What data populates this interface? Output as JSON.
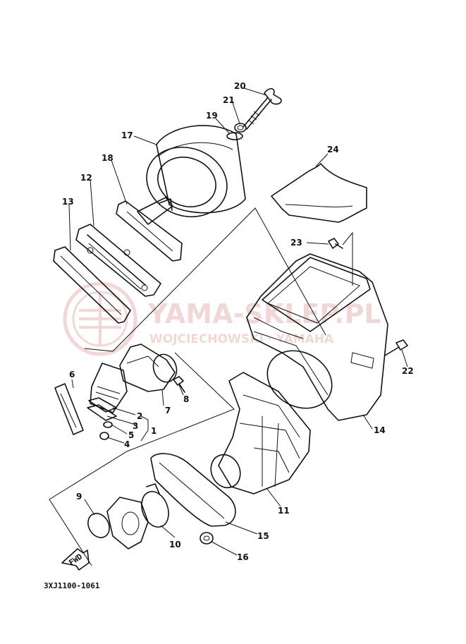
{
  "watermark": {
    "brand": "YAMA-SKLEP.PL",
    "subtitle": "WOJCIECHOWSKI · YAMAHA",
    "color": "#e8b8b8"
  },
  "diagram_code": "3XJ1100-1061",
  "fwd_label": "FWD",
  "callouts": [
    {
      "id": "1",
      "label": "1"
    },
    {
      "id": "2",
      "label": "2"
    },
    {
      "id": "3",
      "label": "3"
    },
    {
      "id": "4",
      "label": "4"
    },
    {
      "id": "5",
      "label": "5"
    },
    {
      "id": "6",
      "label": "6"
    },
    {
      "id": "7",
      "label": "7"
    },
    {
      "id": "8",
      "label": "8"
    },
    {
      "id": "9",
      "label": "9"
    },
    {
      "id": "10",
      "label": "10"
    },
    {
      "id": "11",
      "label": "11"
    },
    {
      "id": "12",
      "label": "12"
    },
    {
      "id": "13",
      "label": "13"
    },
    {
      "id": "14",
      "label": "14"
    },
    {
      "id": "15",
      "label": "15"
    },
    {
      "id": "16",
      "label": "16"
    },
    {
      "id": "17",
      "label": "17"
    },
    {
      "id": "18",
      "label": "18"
    },
    {
      "id": "19",
      "label": "19"
    },
    {
      "id": "20",
      "label": "20"
    },
    {
      "id": "21",
      "label": "21"
    },
    {
      "id": "22",
      "label": "22"
    },
    {
      "id": "23",
      "label": "23"
    },
    {
      "id": "24",
      "label": "24"
    }
  ]
}
